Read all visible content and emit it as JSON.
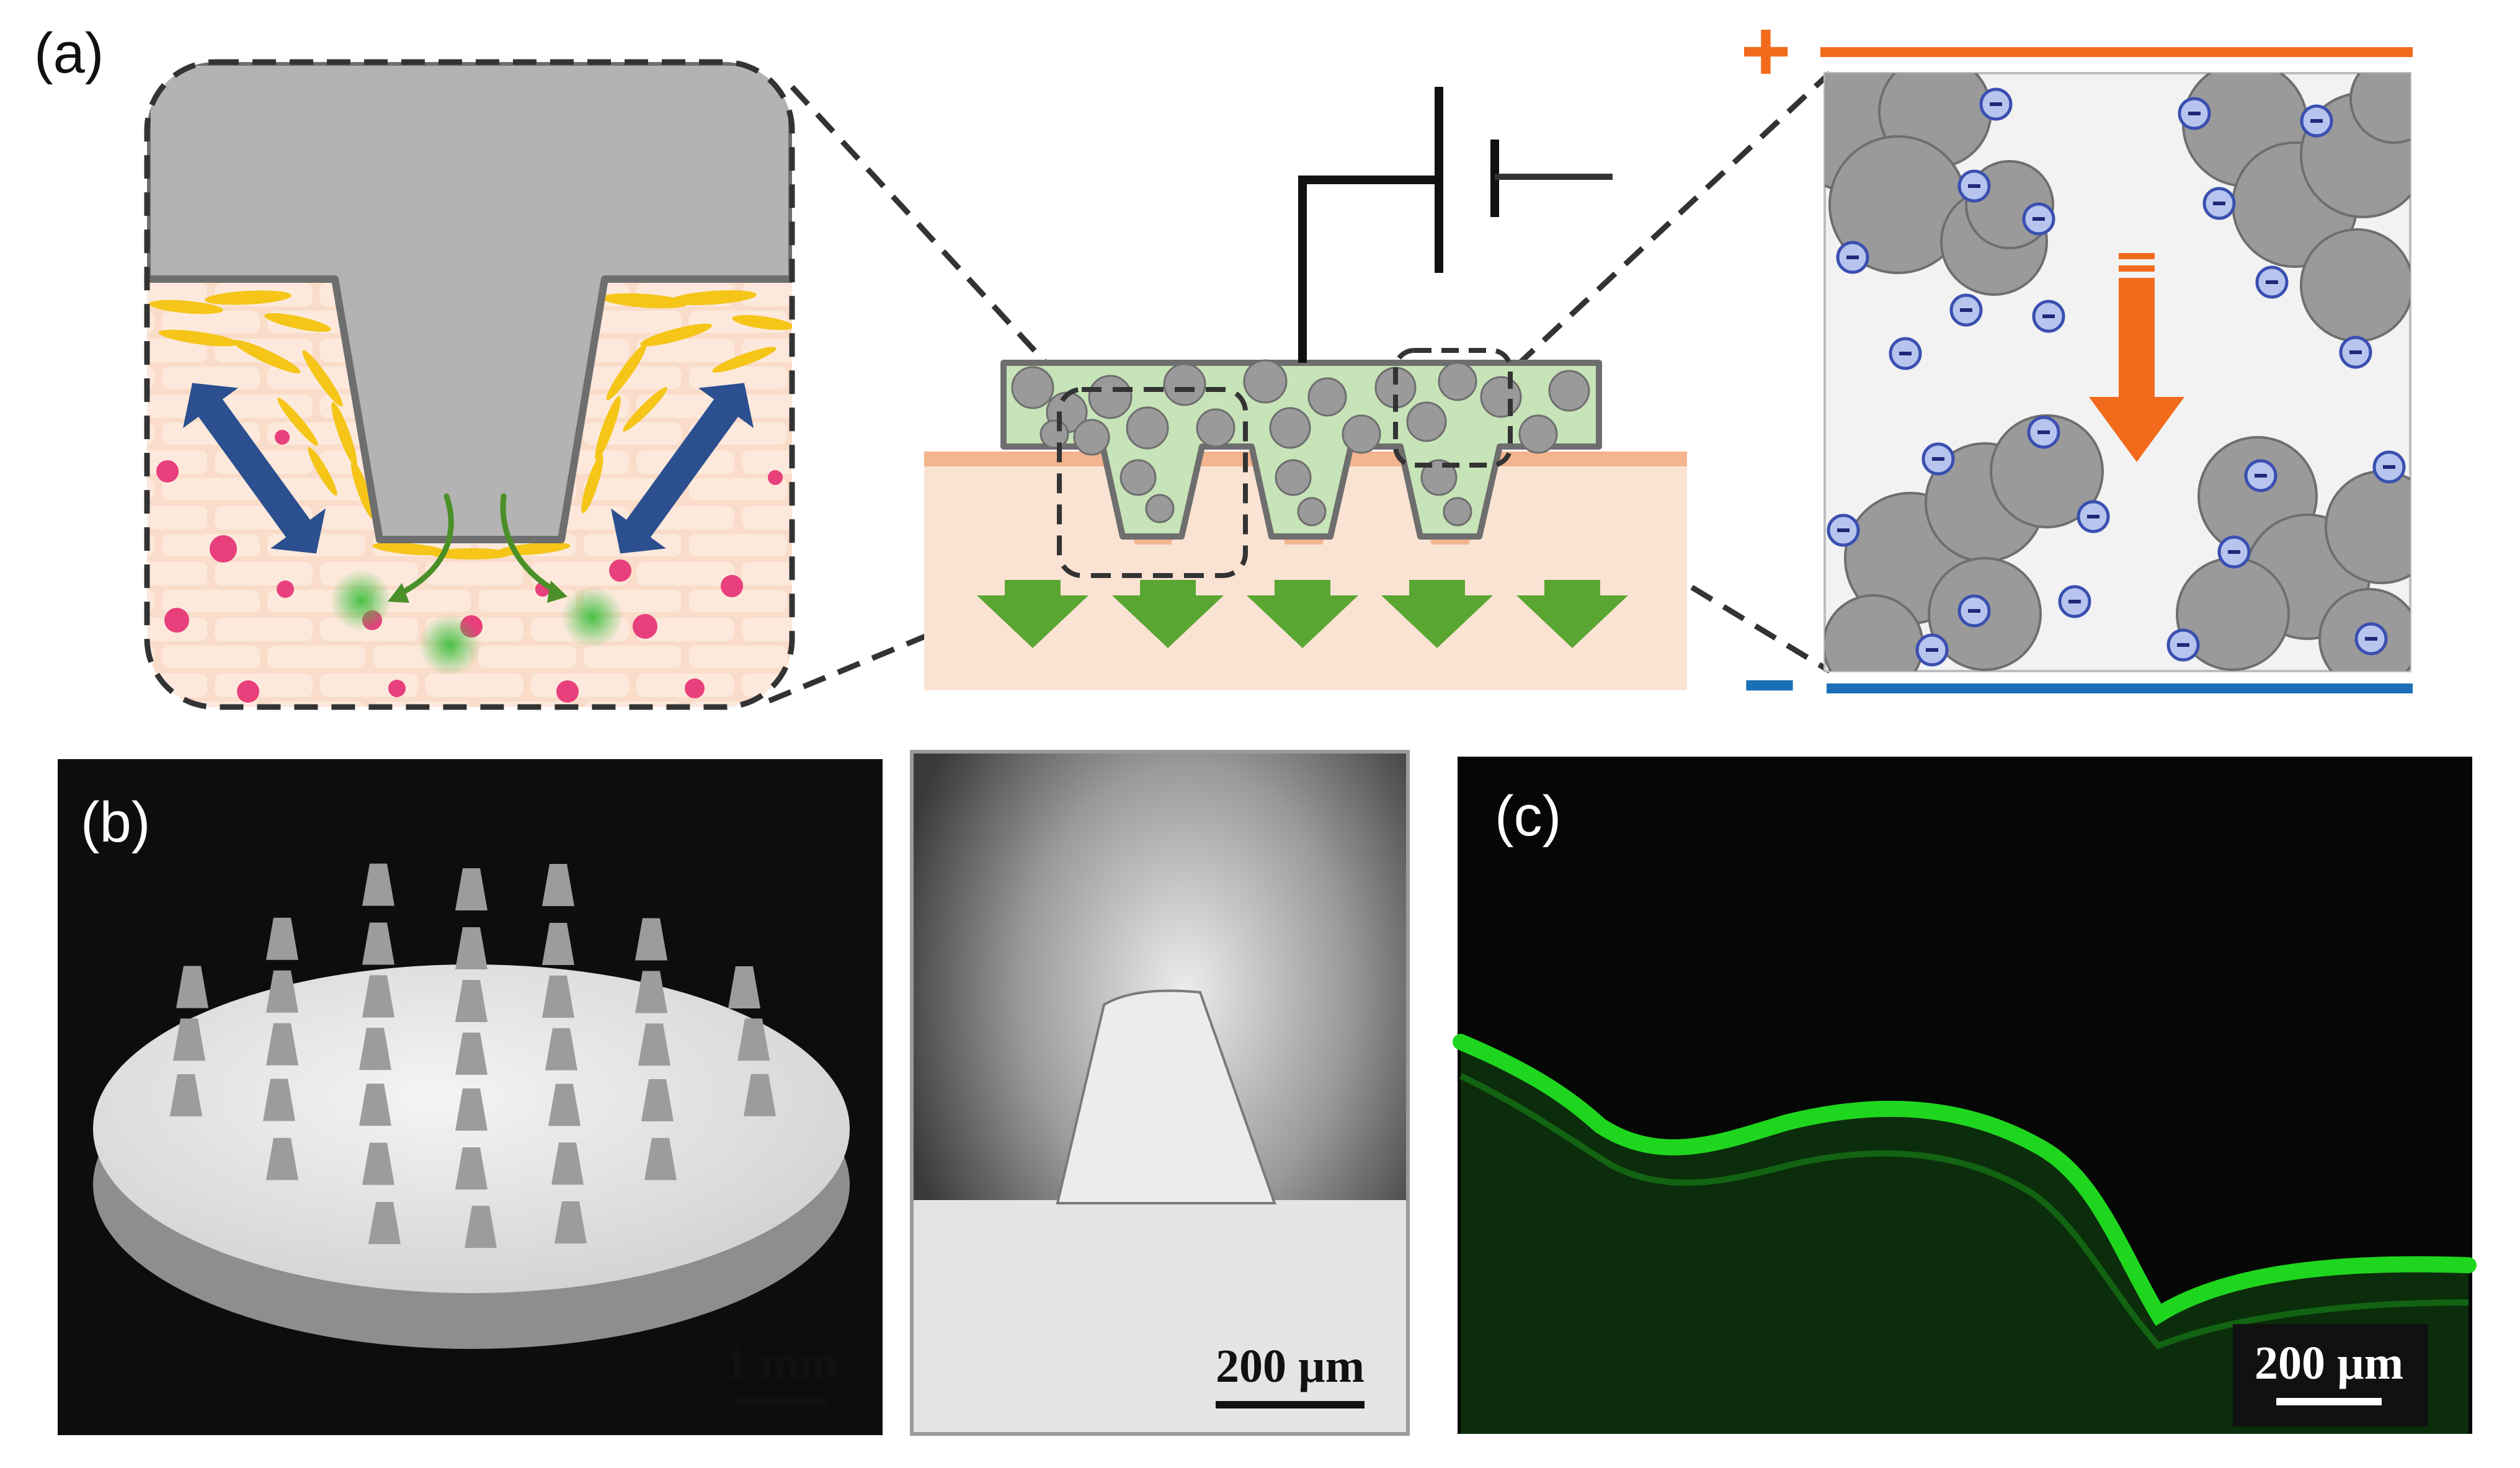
{
  "figure": {
    "panel_labels": {
      "a": "(a)",
      "b": "(b)",
      "c": "(c)"
    },
    "polarity": {
      "positive": "+",
      "negative": "−"
    },
    "scale_bars": {
      "b_left": "1 mm",
      "b_right": "200 µm",
      "c": "200 µm"
    },
    "colors": {
      "skin": "#f9dfcf",
      "skin_dark": "#f4b48e",
      "skin_cells": "#fde7d9",
      "cell_dot": "#e8407c",
      "needle_gray": "#b3b3b3",
      "particle_gray": "#999999",
      "gel_green": "#c7e3b8",
      "arrow_green": "#5aa632",
      "arrow_blue": "#2b4f8f",
      "anode_orange": "#f26b1d",
      "cathode_blue": "#1a6fb6",
      "charge_fill": "#b7c4ee",
      "charge_stroke": "#3a4fb0",
      "fluorescence": "#1fd61f"
    },
    "icons": [
      "minus-charge-icon",
      "battery-symbol-icon",
      "down-arrow-icon"
    ]
  }
}
